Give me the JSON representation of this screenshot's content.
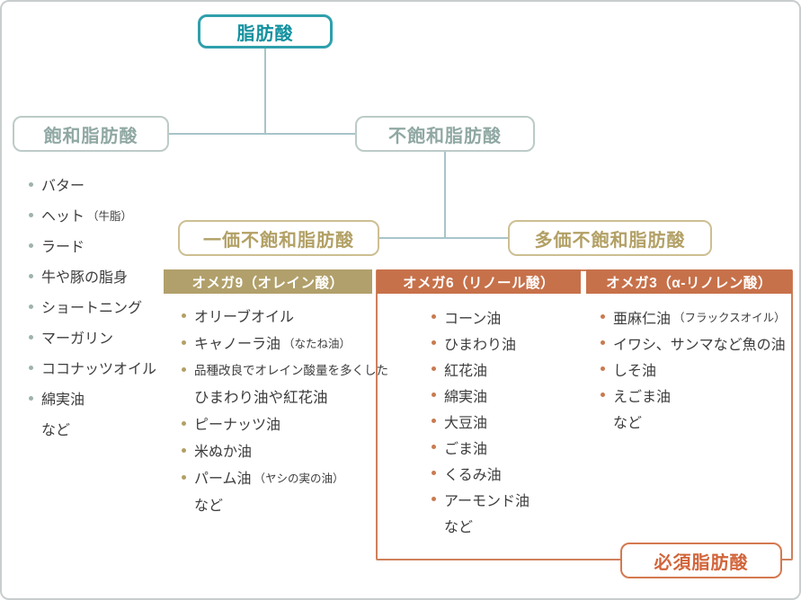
{
  "root": {
    "label": "脂肪酸"
  },
  "level1": {
    "saturated_label": "飽和脂肪酸",
    "unsaturated_label": "不飽和脂肪酸"
  },
  "level2": {
    "mono_label": "一価不飽和脂肪酸",
    "poly_label": "多価不飽和脂肪酸"
  },
  "essential": {
    "label": "必須脂肪酸"
  },
  "saturated": {
    "items": [
      {
        "text": "バター"
      },
      {
        "text": "ヘット",
        "note": "（牛脂）"
      },
      {
        "text": "ラード"
      },
      {
        "text": "牛や豚の脂身"
      },
      {
        "text": "ショートニング"
      },
      {
        "text": "マーガリン"
      },
      {
        "text": "ココナッツオイル"
      },
      {
        "text": "綿実油"
      }
    ],
    "etc": "など"
  },
  "omega9": {
    "header": "オメガ9（オレイン酸）",
    "items_top": [
      {
        "text": "オリーブオイル"
      },
      {
        "text": "キャノーラ油",
        "note": "（なたね油）"
      }
    ],
    "special": {
      "line1": "品種改良でオレイン酸量を多くした",
      "line2": "ひまわり油や紅花油"
    },
    "items_bottom": [
      {
        "text": "ピーナッツ油"
      },
      {
        "text": "米ぬか油"
      },
      {
        "text": "パーム油",
        "note": "（ヤシの実の油）"
      }
    ],
    "etc": "など"
  },
  "omega6": {
    "header": "オメガ6（リノール酸）",
    "items": [
      {
        "text": "コーン油"
      },
      {
        "text": "ひまわり油"
      },
      {
        "text": "紅花油"
      },
      {
        "text": "綿実油"
      },
      {
        "text": "大豆油"
      },
      {
        "text": "ごま油"
      },
      {
        "text": "くるみ油"
      },
      {
        "text": "アーモンド油"
      }
    ],
    "etc": "など"
  },
  "omega3": {
    "header": "オメガ3（α-リノレン酸）",
    "items": [
      {
        "text": "亜麻仁油",
        "note": "（フラックスオイル）"
      },
      {
        "text": "イワシ、サンマなど魚の油"
      },
      {
        "text": "しそ油"
      },
      {
        "text": "えごま油"
      }
    ],
    "etc": "など"
  },
  "colors": {
    "teal_text": "#12919f",
    "teal_border": "#2fa0ac",
    "sage_text": "#90a8a3",
    "tan_text": "#b2a065",
    "tan_header_bg": "#b1a06b",
    "orange_header_bg": "#c7714a",
    "orange_rect_border": "#d0805c",
    "essential_text": "#d2643a",
    "connector": "#a8c4ca",
    "list_text": "#3d3d3d"
  }
}
